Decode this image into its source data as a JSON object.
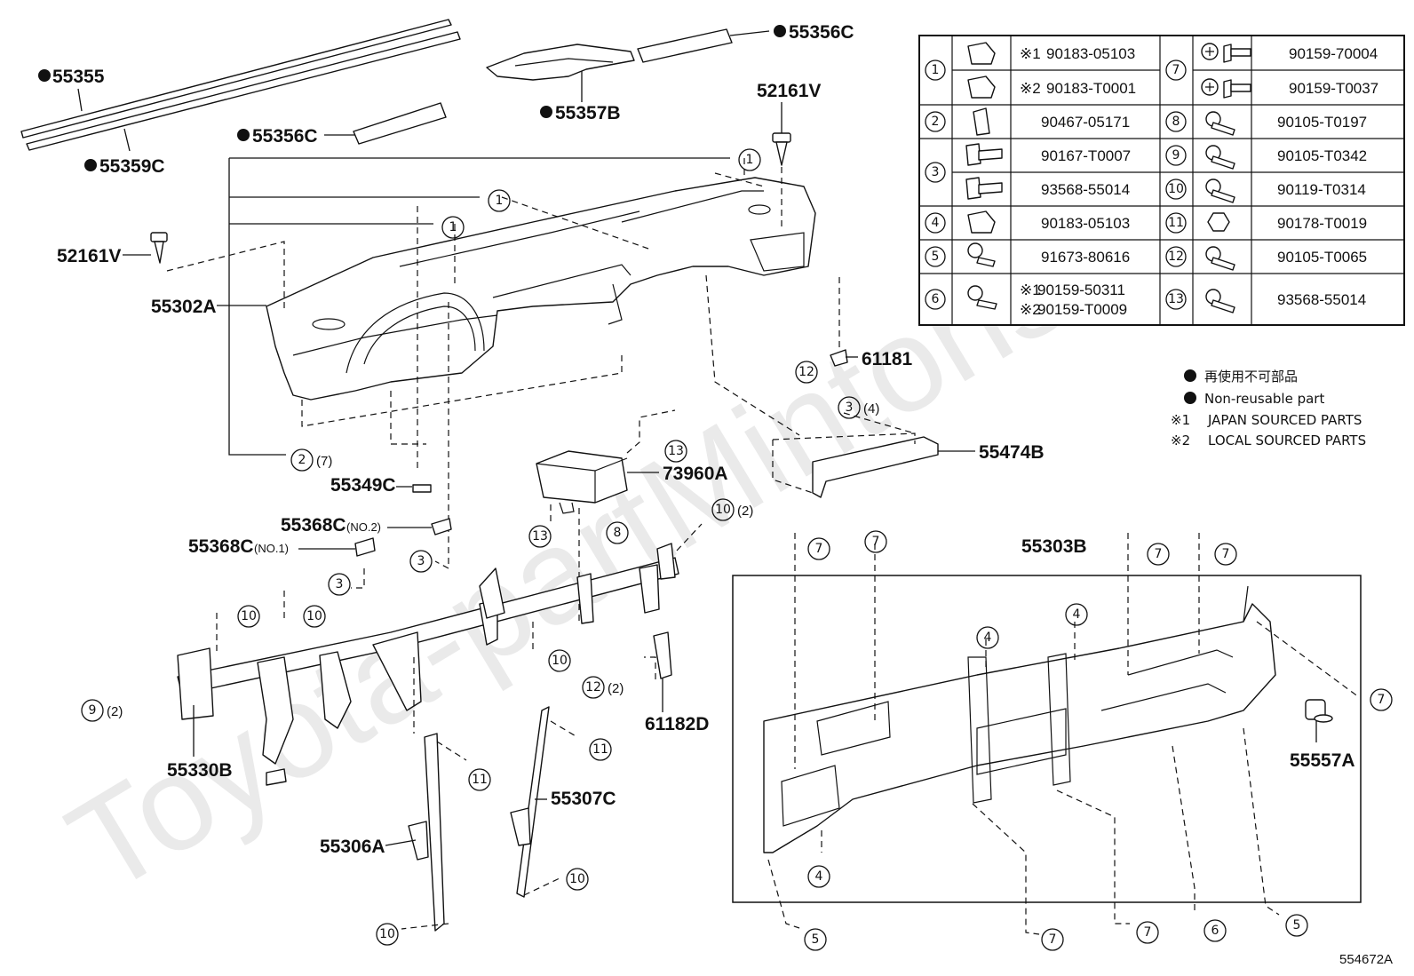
{
  "diagram_id": "554672A",
  "watermark": "Toyota-partMintons",
  "part_labels": [
    {
      "key": "p55355",
      "text": "55355",
      "dot": true
    },
    {
      "key": "p55359C",
      "text": "55359C",
      "dot": true
    },
    {
      "key": "p55356C_top",
      "text": "55356C",
      "dot": true
    },
    {
      "key": "p55357B",
      "text": "55357B",
      "dot": true
    },
    {
      "key": "p55356C_mid",
      "text": "55356C",
      "dot": true
    },
    {
      "key": "p52161V_right",
      "text": "52161V",
      "dot": false
    },
    {
      "key": "p52161V_left",
      "text": "52161V",
      "dot": false
    },
    {
      "key": "p55302A",
      "text": "55302A",
      "dot": false
    },
    {
      "key": "p61181",
      "text": "61181",
      "dot": false
    },
    {
      "key": "p55474B",
      "text": "55474B",
      "dot": false
    },
    {
      "key": "p73960A",
      "text": "73960A",
      "dot": false
    },
    {
      "key": "p55349C",
      "text": "55349C",
      "dot": false
    },
    {
      "key": "p55368C_no2",
      "text": "55368C",
      "dot": false,
      "suffix": "(NO.2)"
    },
    {
      "key": "p55368C_no1",
      "text": "55368C",
      "dot": false,
      "suffix": "(NO.1)"
    },
    {
      "key": "p55303B",
      "text": "55303B",
      "dot": false
    },
    {
      "key": "p55557A",
      "text": "55557A",
      "dot": false
    },
    {
      "key": "p61182D",
      "text": "61182D",
      "dot": false
    },
    {
      "key": "p55330B",
      "text": "55330B",
      "dot": false
    },
    {
      "key": "p55307C",
      "text": "55307C",
      "dot": false
    },
    {
      "key": "p55306A",
      "text": "55306A",
      "dot": false
    }
  ],
  "callouts": {
    "c1a": "1",
    "c1b": "1",
    "c1c": "1",
    "c2": "2",
    "c2s": "(7)",
    "c12a": "12",
    "c3a": "3",
    "c3as": "(4)",
    "c13a": "13",
    "c13b": "13",
    "c8": "8",
    "c10a": "10",
    "c10as": "(2)",
    "c3b": "3",
    "c3c": "3",
    "c10b": "10",
    "c10c": "10",
    "c10d": "10",
    "c9": "9",
    "c9s": "(2)",
    "c12b": "12",
    "c12bs": "(2)",
    "c11a": "11",
    "c11b": "11",
    "c10e": "10",
    "c10f": "10",
    "c7a": "7",
    "c7b": "7",
    "c7c": "7",
    "c7d": "7",
    "c7e": "7",
    "c7f": "7",
    "c7g": "7",
    "c4a": "4",
    "c4b": "4",
    "c4c": "4",
    "c5a": "5",
    "c5b": "5",
    "c6": "6"
  },
  "fastener_table": {
    "rows": [
      {
        "num": "1",
        "left": [
          {
            "note": "※1",
            "part": "90183-05103"
          },
          {
            "note": "※2",
            "part": "90183-T0001"
          }
        ],
        "num2": "7",
        "right": [
          "90159-70004",
          "90159-T0037"
        ]
      },
      {
        "num": "2",
        "left": [
          {
            "note": "",
            "part": "90467-05171"
          }
        ],
        "num2": "8",
        "right": [
          "90105-T0197"
        ]
      },
      {
        "num": "3",
        "left": [
          {
            "note": "",
            "part": "90167-T0007"
          },
          {
            "note": "",
            "part": "93568-55014"
          }
        ],
        "num2": "9",
        "right": [
          "90105-T0342",
          "90119-T0314"
        ]
      },
      {
        "num": "4",
        "left": [
          {
            "note": "",
            "part": "90183-05103"
          }
        ],
        "num2": "11",
        "right": [
          "90178-T0019"
        ]
      },
      {
        "num": "5",
        "left": [
          {
            "note": "",
            "part": "91673-80616"
          }
        ],
        "num2": "12",
        "right": [
          "90105-T0065"
        ]
      },
      {
        "num": "6",
        "left": [
          {
            "note": "※1",
            "part": "90159-50311"
          },
          {
            "note": "※2",
            "part": "90159-T0009"
          }
        ],
        "num2": "13",
        "right": [
          "93568-55014"
        ]
      }
    ],
    "extra_num": "10"
  },
  "legend": {
    "jp": "再使用不可部品",
    "en": "Non-reusable part",
    "n1_mark": "※1",
    "n1": "JAPAN SOURCED PARTS",
    "n2_mark": "※2",
    "n2": "LOCAL SOURCED PARTS"
  }
}
